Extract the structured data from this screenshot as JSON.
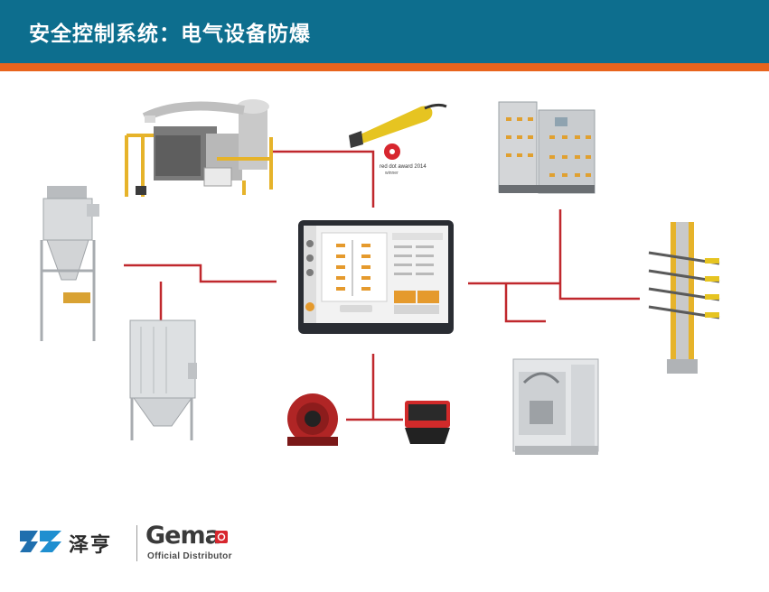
{
  "header": {
    "title": "安全控制系统：电气设备防爆"
  },
  "award": {
    "text_line1": "red dot award 2014",
    "text_line2": "winner"
  },
  "logo": {
    "brand_cn": "泽亨",
    "brand_en": "Gema",
    "subtitle": "Official Distributor"
  },
  "colors": {
    "header_bg": "#0d6e8e",
    "accent_bar": "#e8641d",
    "connector": "#c0282d",
    "panel_bg": "#2a2d33",
    "screen_accent": "#e59a2d"
  }
}
